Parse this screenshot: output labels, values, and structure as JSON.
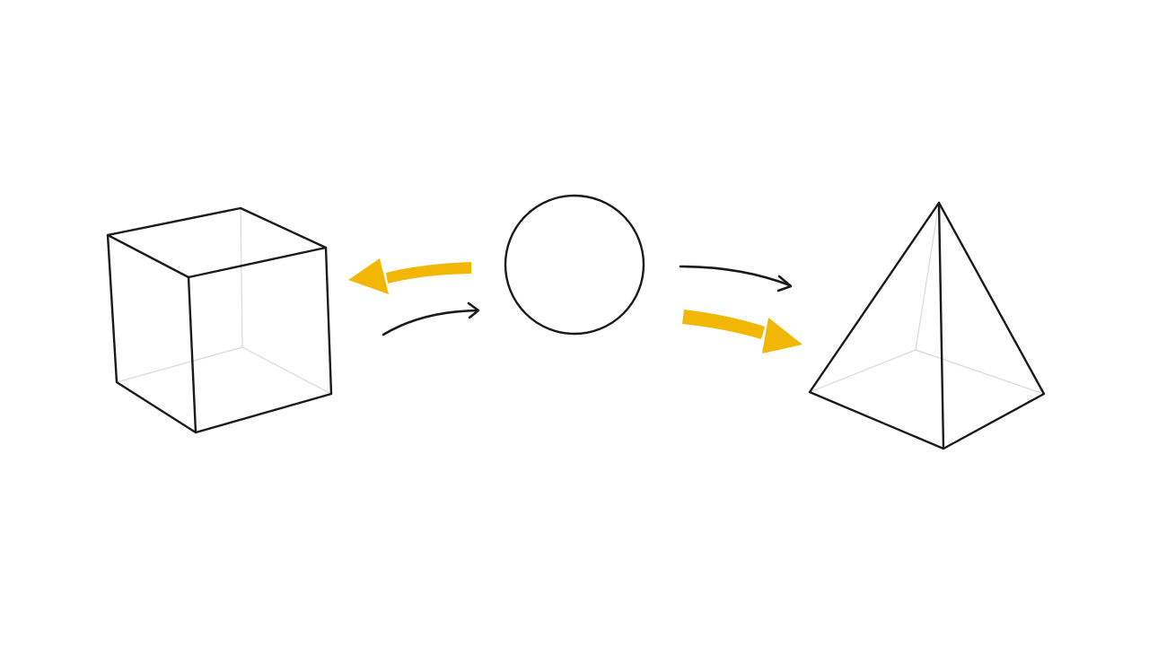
{
  "diagram": {
    "nodes": [
      {
        "id": "cube",
        "shape": "cube"
      },
      {
        "id": "circle",
        "shape": "circle"
      },
      {
        "id": "pyramid",
        "shape": "square-pyramid"
      }
    ],
    "connections": [
      {
        "from": "circle",
        "to": "cube",
        "style": "thick",
        "color": "accent"
      },
      {
        "from": "cube",
        "to": "circle",
        "style": "thin",
        "color": "ink"
      },
      {
        "from": "circle",
        "to": "pyramid",
        "style": "thin",
        "color": "ink"
      },
      {
        "from": "circle",
        "to": "pyramid",
        "style": "thick",
        "color": "accent"
      }
    ]
  },
  "colors": {
    "background": "#ffffff",
    "ink": "#1a1a1a",
    "hidden_edge": "#d9d9d9",
    "accent": "#f2b705"
  }
}
